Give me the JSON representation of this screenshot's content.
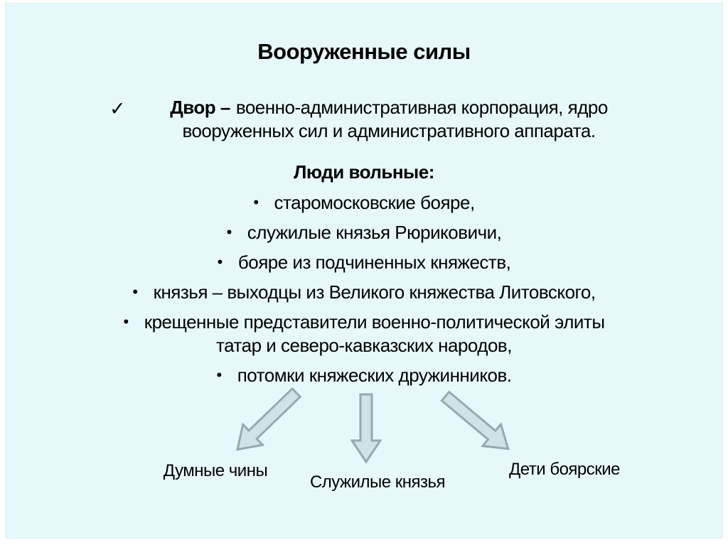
{
  "slide": {
    "title": "Вооруженные силы",
    "intro": {
      "check_icon": "✓",
      "term": "Двор –",
      "definition": "военно-административная корпорация, ядро вооруженных сил и административного аппарата."
    },
    "list": {
      "heading": "Люди вольные:",
      "bullet_char": "•",
      "items": [
        "старомосковские бояре,",
        "служилые князья Рюриковичи,",
        "бояре из подчиненных княжеств,",
        "князья – выходцы из Великого княжества Литовского,",
        "крещенные представители военно-политической элиты татар и северо-кавказских народов,",
        "потомки княжеских дружинников."
      ]
    },
    "flow_labels": {
      "left": "Думные чины",
      "middle": "Служилые князья",
      "right": "Дети боярские"
    },
    "colors": {
      "slide_bg": "#e7f8fb",
      "text": "#000000",
      "arrow_fill": "#cfe3e6",
      "arrow_stroke": "#97a9ad"
    }
  }
}
